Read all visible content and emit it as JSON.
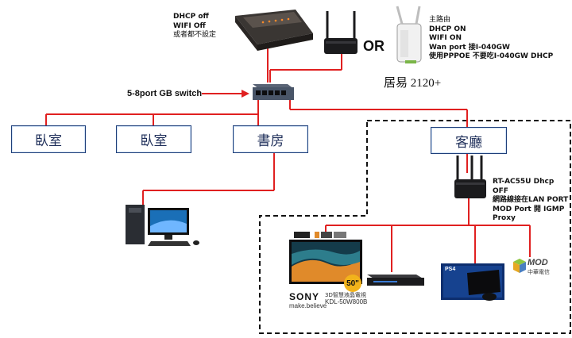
{
  "topLeftNote": {
    "line1": "DHCP off",
    "line2": "WIFI Off",
    "line3": "或者都不設定"
  },
  "orLabel": "OR",
  "rightNote": {
    "line1": "主路由",
    "line2": "DHCP ON",
    "line3": "WIFI ON",
    "line4": "Wan port 接I-040GW",
    "line5": "使用PPPOE 不要吃I-040GW DHCP"
  },
  "brandLabel": "居易 2120+",
  "switchLabel": "5-8port GB switch",
  "rooms": [
    "臥室",
    "臥室",
    "書房",
    "客廳"
  ],
  "rtNote": {
    "line1": "RT-AC55U Dhcp OFF",
    "line2": "網路線接在LAN PORT",
    "line3": "MOD Port 開 IGMP Proxy"
  },
  "tv": {
    "brand": "SONY",
    "tagline": "make.believe",
    "model_line1": "3D智慧液晶電視",
    "model_line2": "KDL-50W800B",
    "size_badge": "50\""
  },
  "ps4Label": "PS4",
  "mod": {
    "label": "MOD",
    "sublabel": "中華電信"
  },
  "colors": {
    "wire": "#e02020",
    "dashed": "#111111",
    "roomBorder": "#1f3f7a"
  }
}
